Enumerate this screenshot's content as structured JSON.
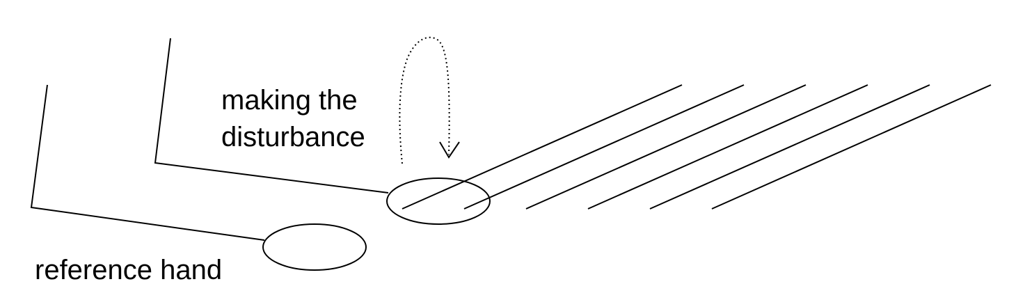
{
  "labels": {
    "disturbance_line1": "making the",
    "disturbance_line2": "disturbance",
    "reference": "reference hand"
  },
  "colors": {
    "ink": "#000000",
    "background": "#ffffff"
  }
}
